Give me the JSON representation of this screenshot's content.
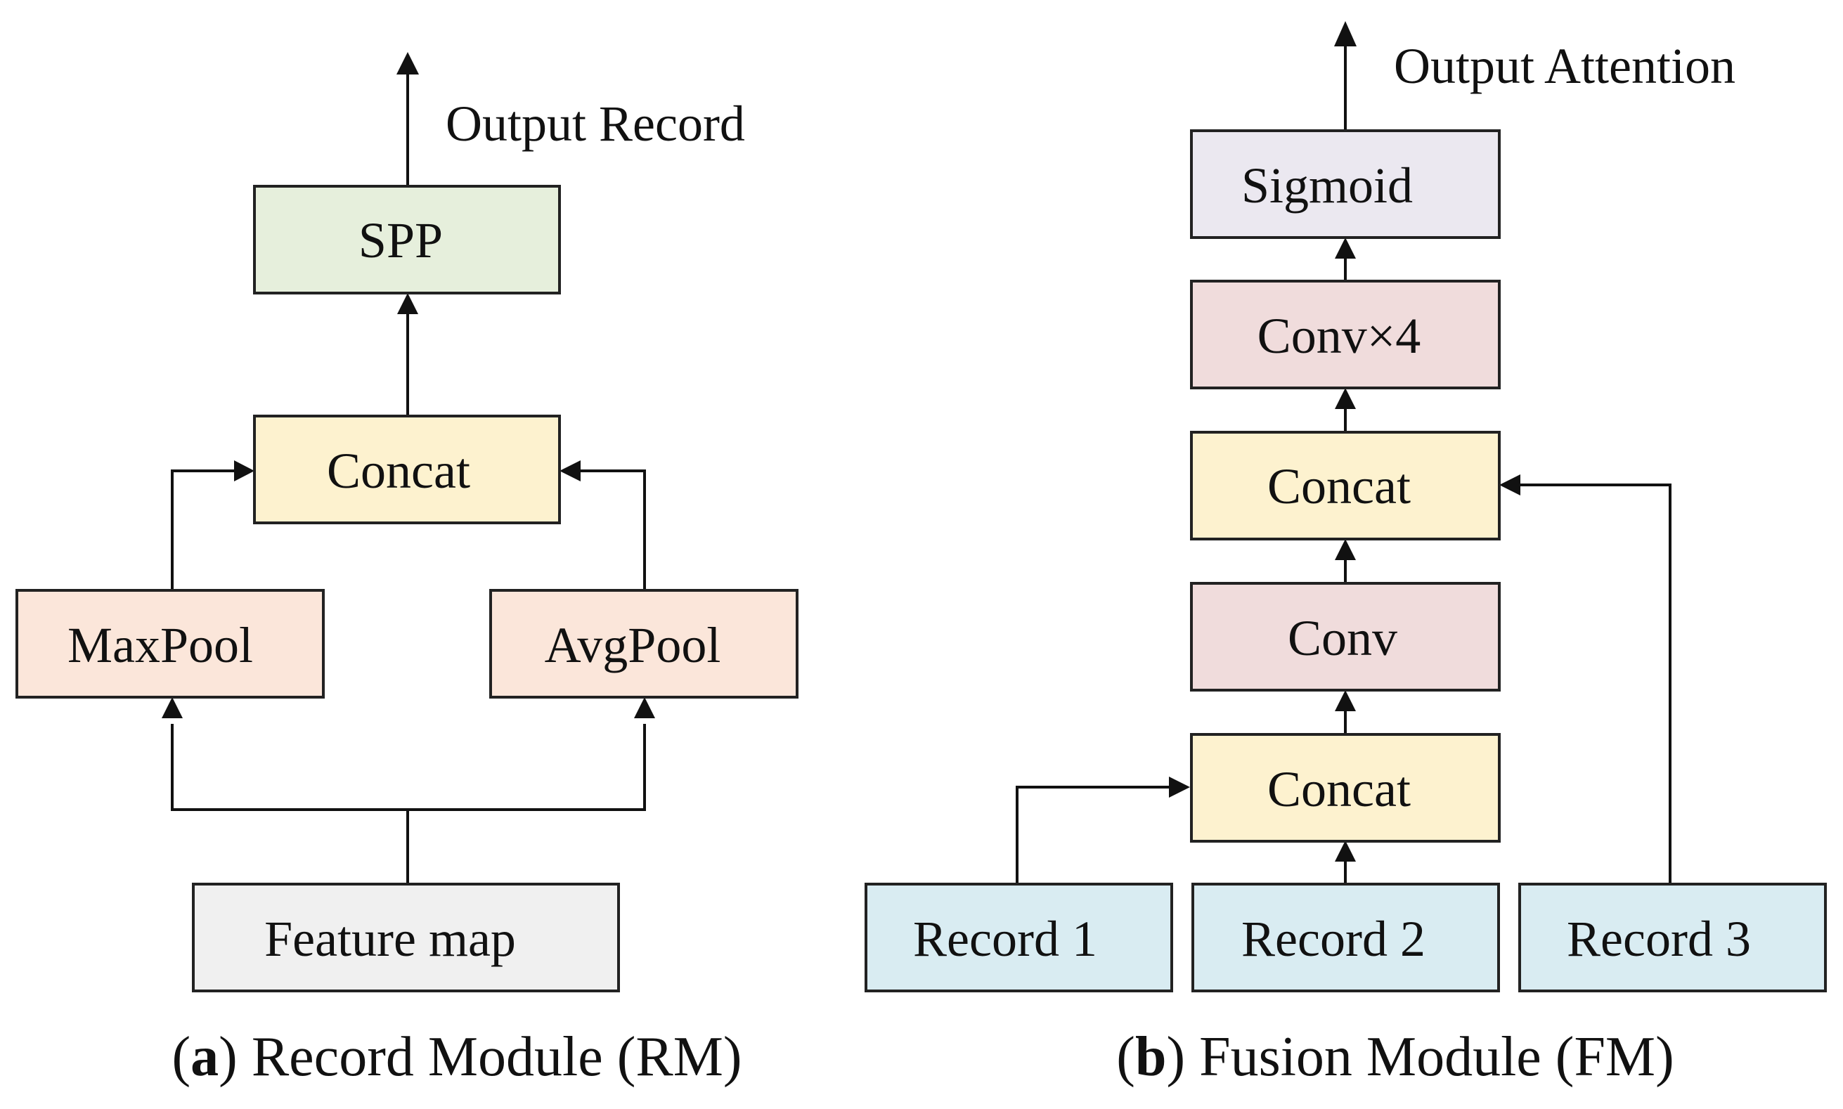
{
  "colors": {
    "spp": "#e6efdc",
    "concat": "#fdf2cf",
    "pool": "#fbe6da",
    "feature_map": "#f0f0f0",
    "sigmoid": "#ebe8f0",
    "conv": "#f0dcdc",
    "record": "#d9ecf2",
    "line": "#111111"
  },
  "record_module": {
    "output_label": "Output Record",
    "spp": "SPP",
    "concat": "Concat",
    "maxpool": "MaxPool",
    "avgpool": "AvgPool",
    "feature_map": "Feature map",
    "caption_letter": "a",
    "caption_text": "Record Module (RM)"
  },
  "fusion_module": {
    "output_label": "Output Attention",
    "sigmoid": "Sigmoid",
    "conv4": "Conv×4",
    "concat_upper": "Concat",
    "conv": "Conv",
    "concat_lower": "Concat",
    "record1": "Record 1",
    "record2": "Record 2",
    "record3": "Record 3",
    "caption_letter": "b",
    "caption_text": "Fusion Module (FM)"
  }
}
